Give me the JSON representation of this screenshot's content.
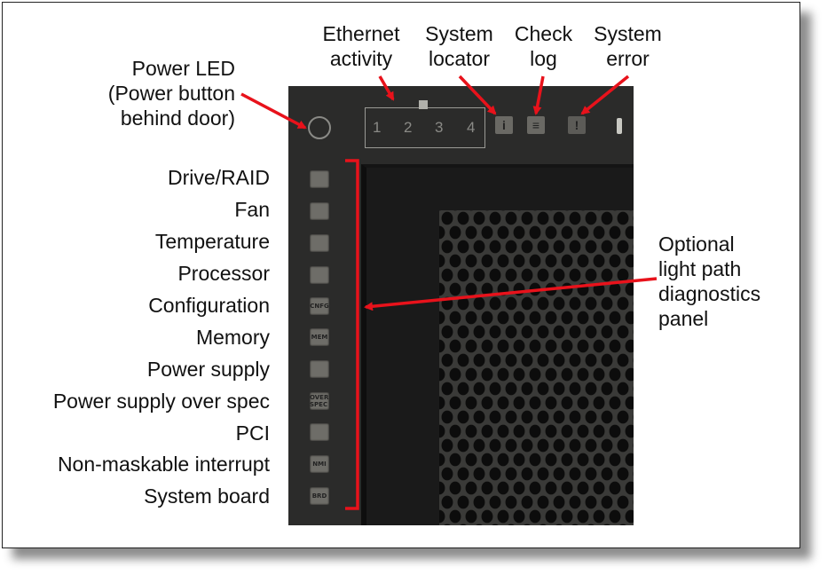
{
  "labels": {
    "power_led": [
      "Power LED",
      "(Power button",
      "behind door)"
    ],
    "ethernet": [
      "Ethernet",
      "activity"
    ],
    "locator": [
      "System",
      "locator"
    ],
    "checklog": [
      "Check",
      "log"
    ],
    "syserror": [
      "System",
      "error"
    ],
    "optional": [
      "Optional",
      "light path",
      "diagnostics",
      "panel"
    ]
  },
  "left_items": [
    "Drive/RAID",
    "Fan",
    "Temperature",
    "Processor",
    "Configuration",
    "Memory",
    "Power supply",
    "Power supply over spec",
    "PCI",
    "Non-maskable interrupt",
    "System board"
  ],
  "panel_buttons": [
    "",
    "",
    "",
    "",
    "CNFG",
    "MEM",
    "",
    "OVER SPEC",
    "",
    "NMI",
    "BRD"
  ],
  "ethernet_numbers": [
    "1",
    "2",
    "3",
    "4"
  ],
  "colors": {
    "arrow": "#e8121b",
    "text": "#111111"
  }
}
